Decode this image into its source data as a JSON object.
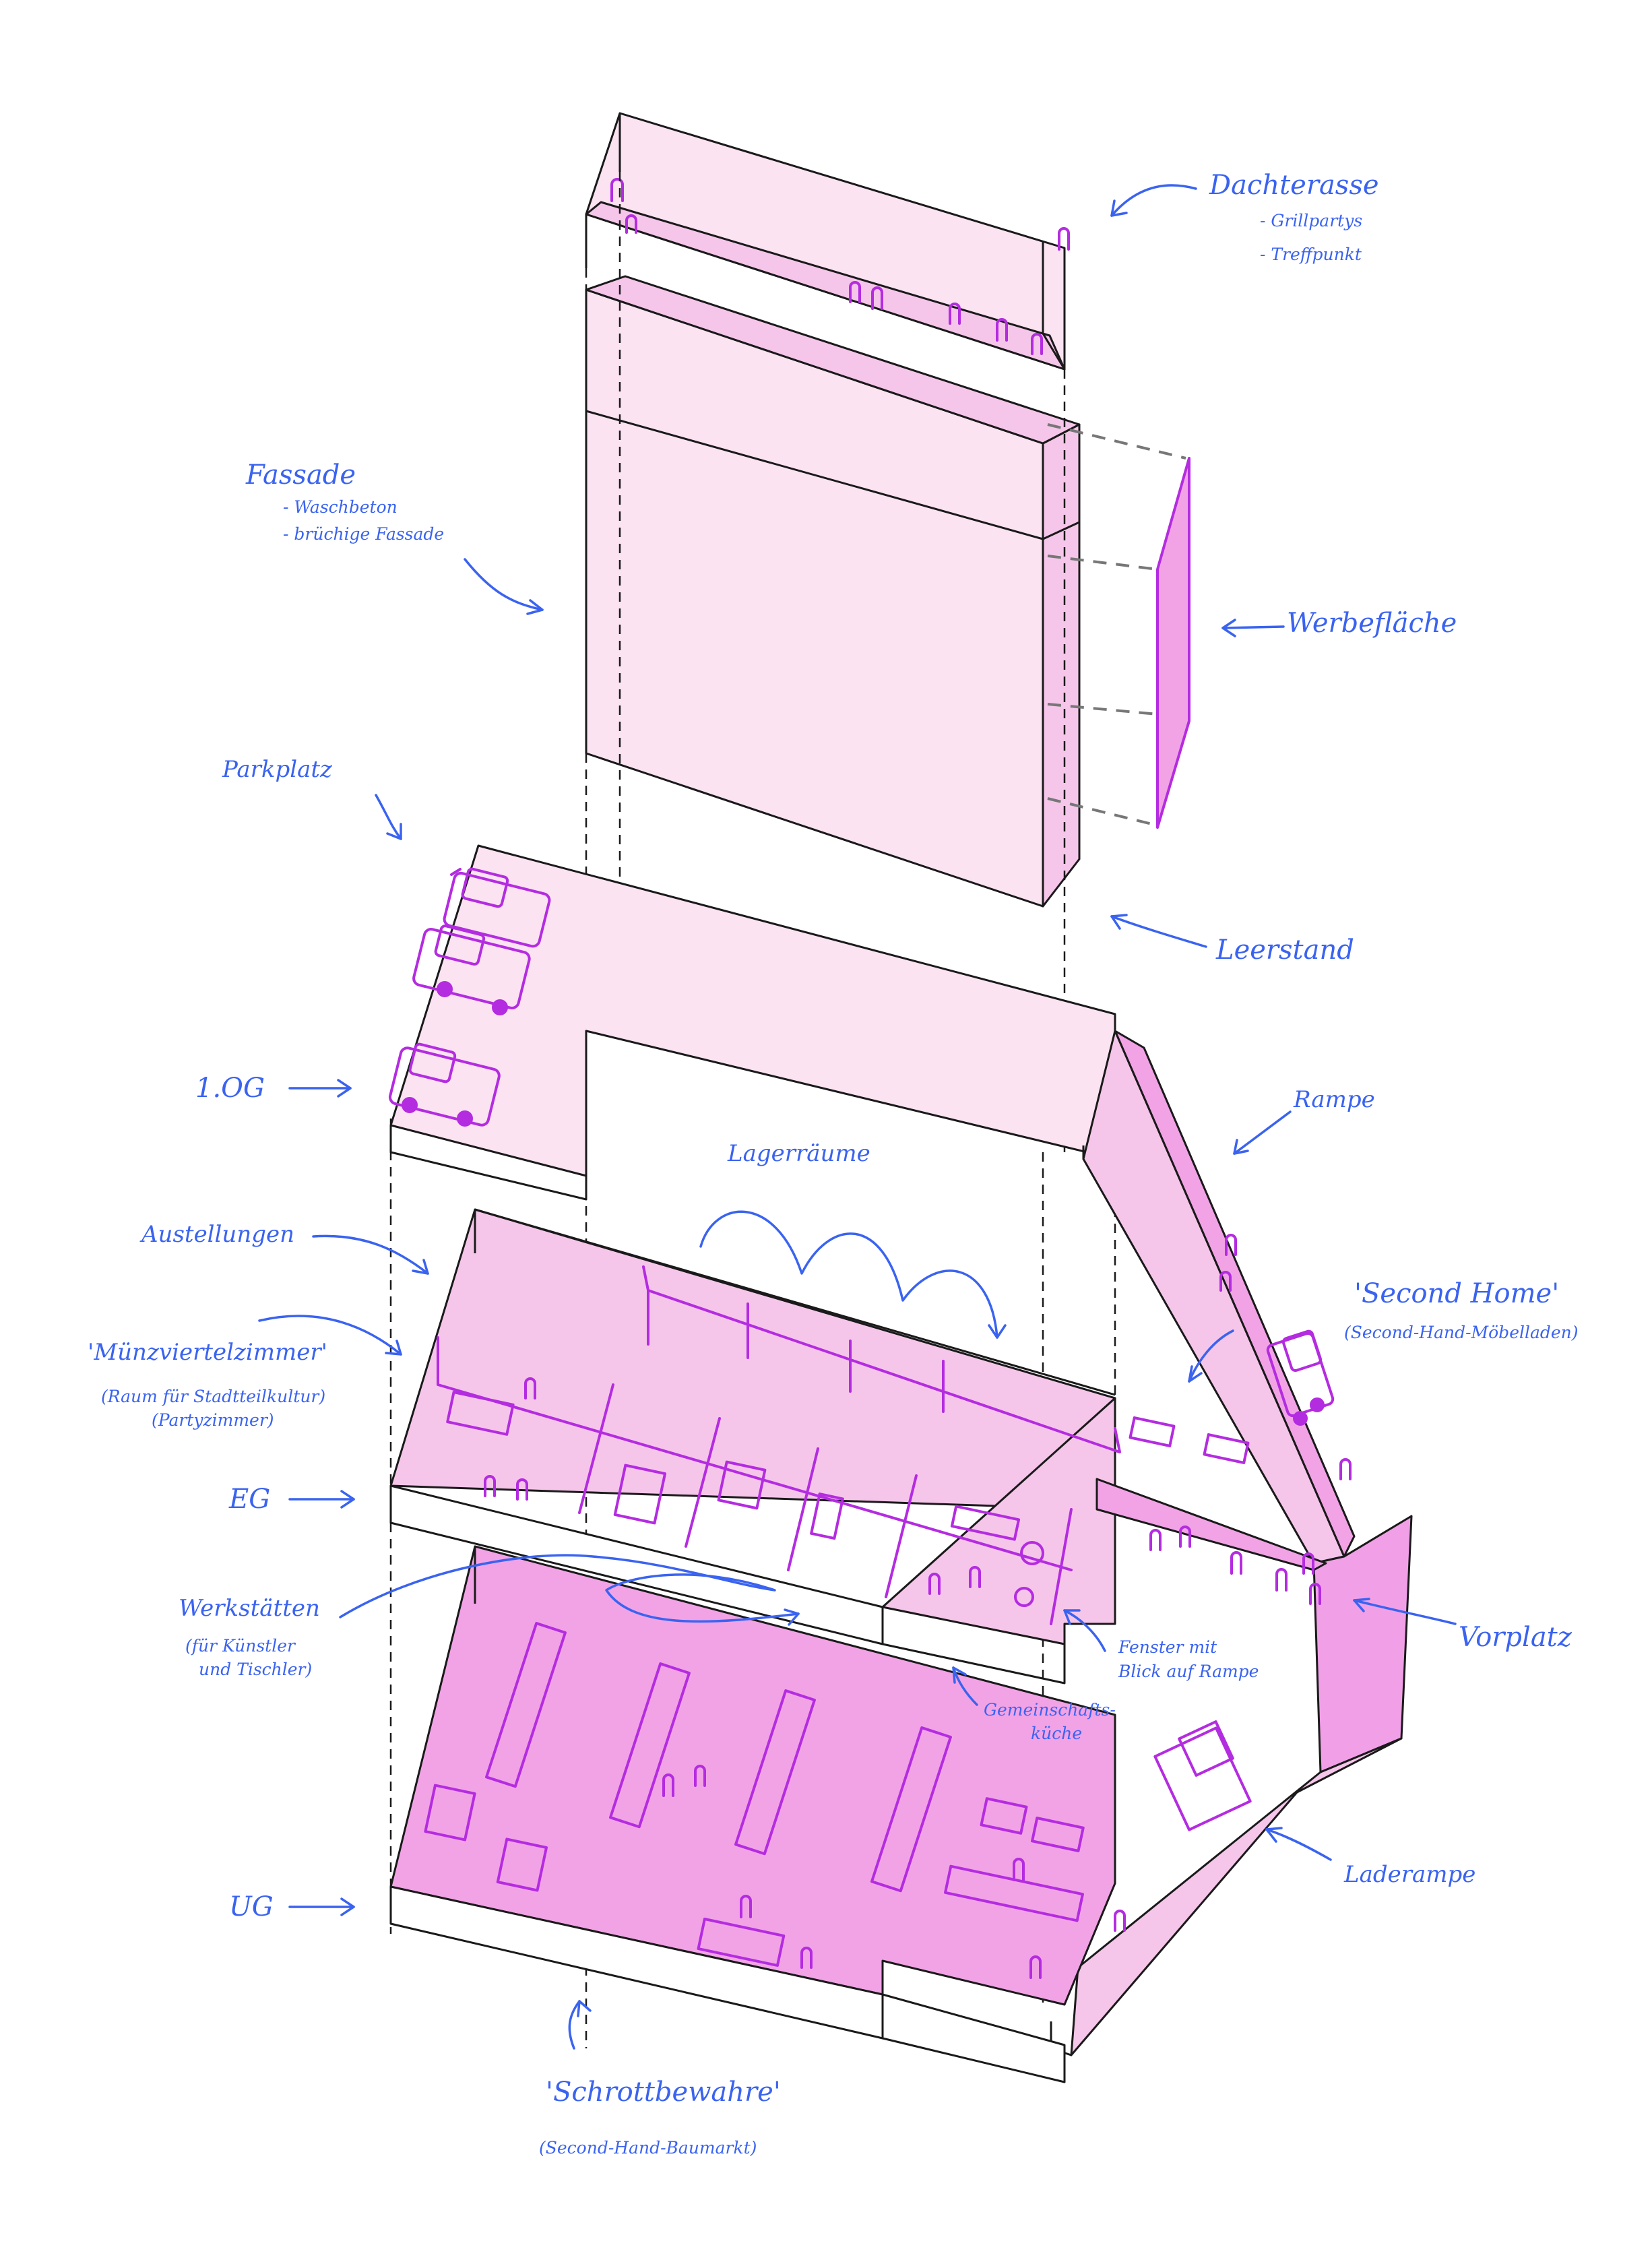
{
  "colors": {
    "ink": "#1a1a1a",
    "annotation_blue": "#3a63f0",
    "accent_purple": "#b42ce0",
    "fill_light": "#fbe3f2",
    "fill_mid": "#f6c6ea",
    "fill_strong": "#f2a3e6",
    "fill_ramp": "#f1a0e8"
  },
  "annotations": {
    "dachterrasse": "Dachterasse",
    "dachterrasse_item1": "- Grillpartys",
    "dachterrasse_item2": "- Treffpunkt",
    "fassade": "Fassade",
    "fassade_item1": "- Waschbeton",
    "fassade_item2": "- brüchige Fassade",
    "werbeflaeche": "Werbefläche",
    "parkplatz": "Parkplatz",
    "leerstand": "Leerstand",
    "og1": "1.OG",
    "rampe": "Rampe",
    "lagerraeume": "Lagerräume",
    "ausstellungen": "Austellungen",
    "second_home": "'Second Home'",
    "second_home_sub": "(Second-Hand-Möbelladen)",
    "muenzviertelzimmer": "'Münzviertelzimmer'",
    "muenzviertelzimmer_sub1": "(Raum für Stadtteilkultur)",
    "muenzviertelzimmer_sub2": "(Partyzimmer)",
    "eg": "EG",
    "vorplatz": "Vorplatz",
    "werkstaetten": "Werkstätten",
    "werkstaetten_sub1": "(für Künstler",
    "werkstaetten_sub2": "und Tischler)",
    "fenster1": "Fenster mit",
    "fenster2": "Blick auf Rampe",
    "gemeinschaft1": "Gemeinschafts-",
    "gemeinschaft2": "küche",
    "ug": "UG",
    "laderampe": "Laderampe",
    "schrott": "'Schrottbewahre'",
    "schrott_sub": "(Second-Hand-Baumarkt)"
  }
}
